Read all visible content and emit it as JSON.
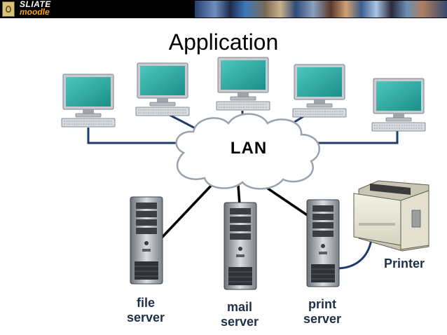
{
  "banner": {
    "logo_line1": "SLIATE",
    "logo_line2": "moodle"
  },
  "slide": {
    "title": "Application"
  },
  "diagram": {
    "hub_label": "LAN",
    "workstation_count": 5,
    "servers": [
      {
        "line1": "file",
        "line2": "server"
      },
      {
        "line1": "mail",
        "line2": "server"
      },
      {
        "line1": "print",
        "line2": "server"
      }
    ],
    "printer_label": "Printer"
  },
  "colors": {
    "cable": "#1f3b6e",
    "monitor_screen": "#2aa8a0",
    "monitor_frame": "#c8ccd2",
    "cloud_fill": "#ffffff",
    "cloud_stroke": "#9aa3ad",
    "label_text": "#1f2f4a"
  }
}
